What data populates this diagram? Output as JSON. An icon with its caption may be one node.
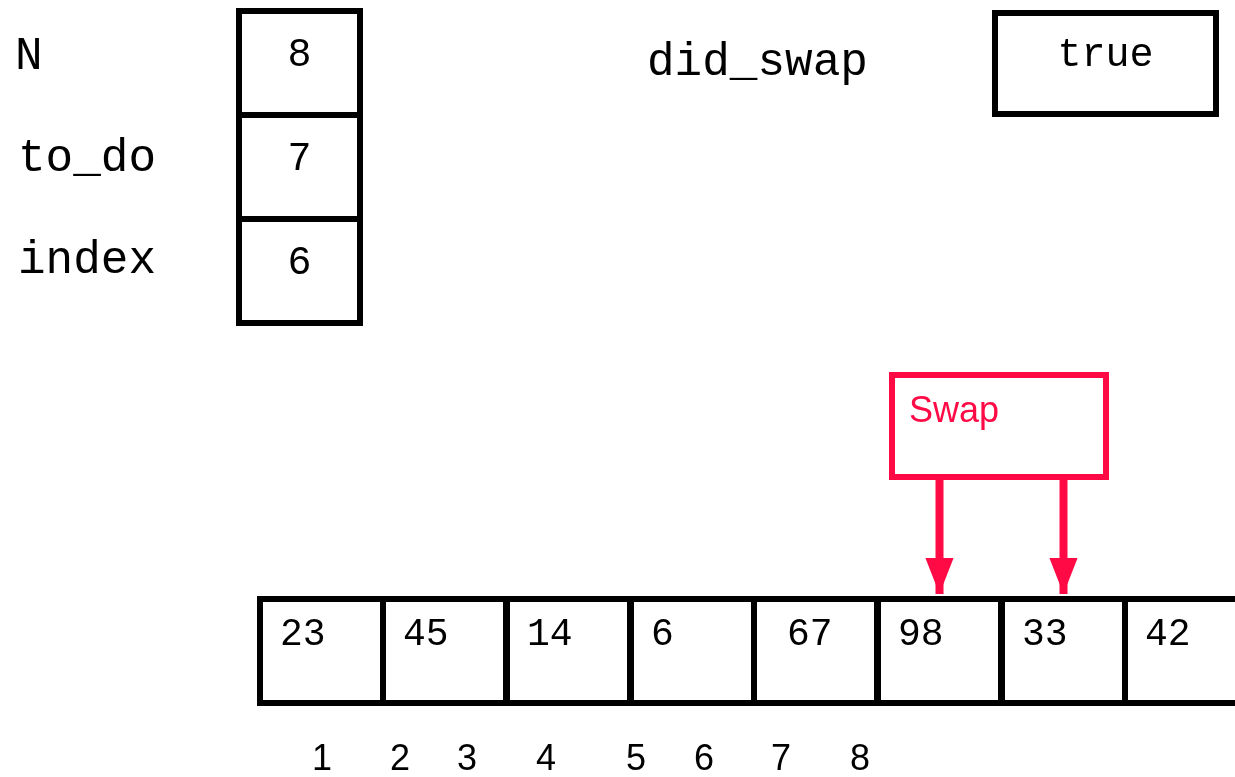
{
  "diagram": {
    "nodes": [
      {
        "text": [
          "8"
        ]
      },
      {
        "text": [
          "7"
        ]
      },
      {
        "text": [
          "6"
        ]
      },
      {
        "text": [
          "true"
        ]
      },
      {
        "text": [
          "Swap"
        ]
      },
      {
        "text": [
          "23"
        ]
      },
      {
        "text": [
          "45"
        ]
      },
      {
        "text": [
          "14"
        ]
      },
      {
        "text": [
          "6"
        ]
      },
      {
        "text": [
          "67"
        ]
      },
      {
        "text": [
          "98"
        ]
      },
      {
        "text": [
          "33"
        ]
      },
      {
        "text": [
          "42"
        ]
      }
    ],
    "edges": [
      {
        "from": 4,
        "to": 10,
        "arrow": "to"
      },
      {
        "from": 4,
        "to": 11,
        "arrow": "to"
      }
    ],
    "labels": [
      "N",
      "did_swap",
      "to_do",
      "index",
      "1",
      "2",
      "3",
      "4",
      "5",
      "6",
      "7",
      "8"
    ]
  }
}
